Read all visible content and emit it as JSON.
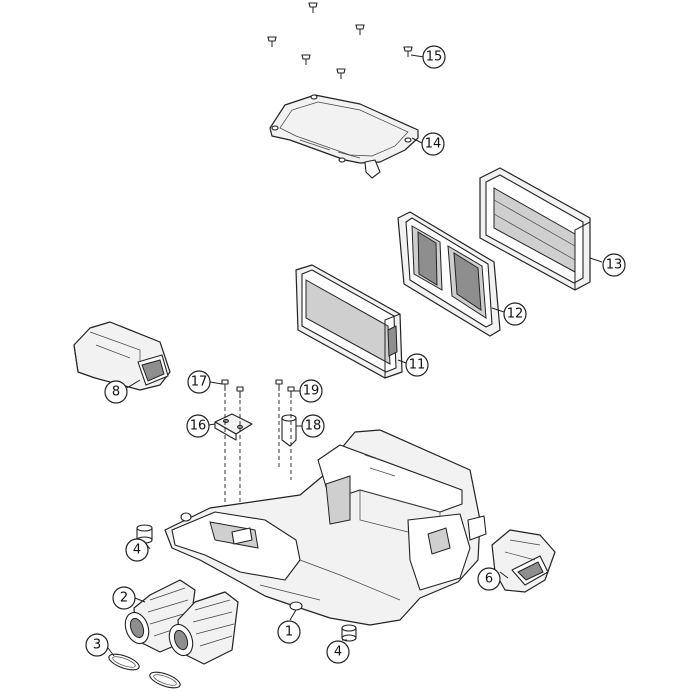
{
  "callouts": [
    {
      "id": "15",
      "label": "15"
    },
    {
      "id": "14",
      "label": "14"
    },
    {
      "id": "13",
      "label": "13"
    },
    {
      "id": "12",
      "label": "12"
    },
    {
      "id": "11",
      "label": "11"
    },
    {
      "id": "8",
      "label": "8"
    },
    {
      "id": "17",
      "label": "17"
    },
    {
      "id": "19",
      "label": "19"
    },
    {
      "id": "16",
      "label": "16"
    },
    {
      "id": "18",
      "label": "18"
    },
    {
      "id": "4a",
      "label": "4"
    },
    {
      "id": "2",
      "label": "2"
    },
    {
      "id": "3",
      "label": "3"
    },
    {
      "id": "1",
      "label": "1"
    },
    {
      "id": "4b",
      "label": "4"
    },
    {
      "id": "6",
      "label": "6"
    }
  ]
}
